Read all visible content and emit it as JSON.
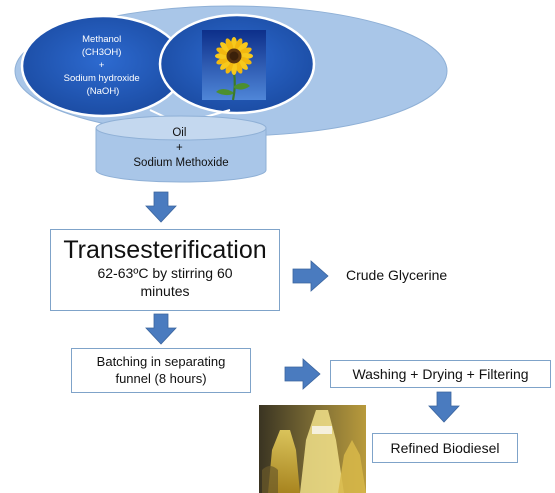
{
  "top_mix": {
    "lines": [
      "Methanol",
      "(CH3OH)",
      "+",
      "Sodium hydroxide",
      "(NaOH)"
    ]
  },
  "sunflower_image": {
    "icon": "sunflower-photo"
  },
  "cylinder": {
    "lines": [
      "Oil",
      "+",
      "Sodium Methoxide"
    ]
  },
  "transesterification": {
    "title": "Transesterification",
    "line1": "62-63ºC by stirring 60",
    "line2": "minutes"
  },
  "crude_glycerine": "Crude Glycerine",
  "batching": {
    "line1": "Batching in separating",
    "line2": "funnel (8 hours)"
  },
  "washing": "Washing + Drying + Filtering",
  "refined": "Refined Biodiesel",
  "flask_image": {
    "icon": "biodiesel-flasks-photo"
  },
  "colors": {
    "arrow": "#4a7bbf",
    "ellipse_outer": "#a9c6e8",
    "ellipse_inner": "#1e56b3",
    "cylinder": "#a9c6e8",
    "box_border": "#7fa3c9"
  }
}
